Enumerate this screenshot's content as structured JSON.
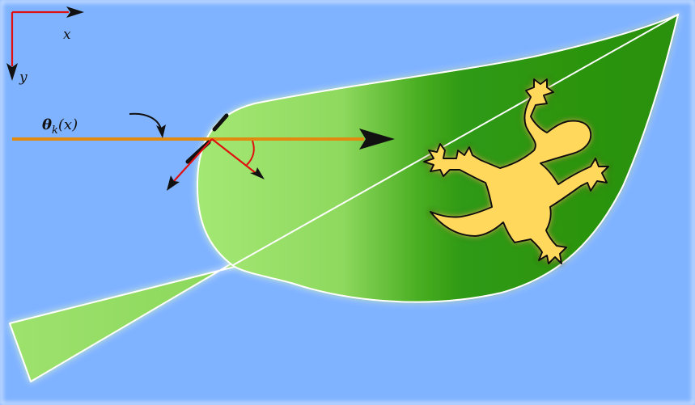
{
  "labels": {
    "x_axis": "x",
    "y_axis": "y",
    "theta_symbol": "θ",
    "theta_subscript": "k",
    "theta_argument": "(x)"
  },
  "colors": {
    "background": "#80b3ff",
    "leaf_light": "#9be26a",
    "leaf_dark": "#2f9a12",
    "leaf_outline": "#ffffff",
    "ray": "#e08a10",
    "normal_arrow": "#e01010",
    "axis_arrow": "#e01010",
    "gecko_fill": "#ffd85c",
    "gecko_outline": "#111111",
    "arrow_black": "#111111"
  },
  "icons": {
    "gecko": "gecko-icon"
  }
}
